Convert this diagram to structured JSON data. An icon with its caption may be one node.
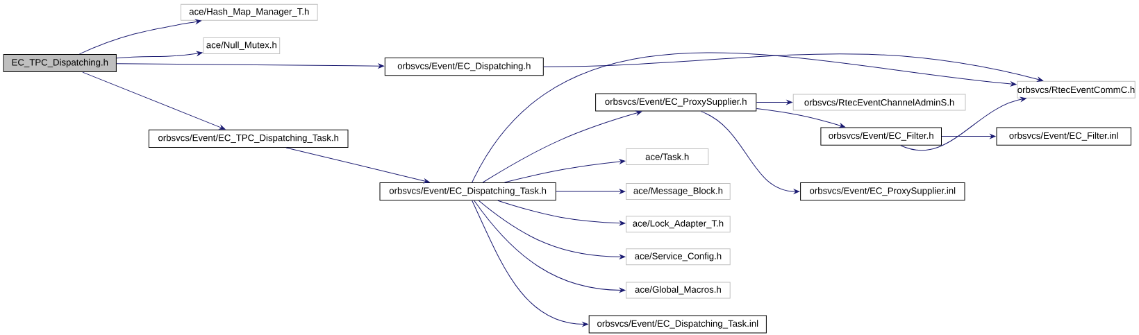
{
  "diagram": {
    "nodes": [
      {
        "text": [
          "EC_TPC_Dispatching.h"
        ]
      },
      {
        "text": [
          "ace/Hash_Map_Manager_T.h"
        ]
      },
      {
        "text": [
          "ace/Null_Mutex.h"
        ]
      },
      {
        "text": [
          "orbsvcs/Event/EC_Dispatching.h"
        ]
      },
      {
        "text": [
          "orbsvcs/RtecEventCommC.h"
        ]
      },
      {
        "text": [
          "orbsvcs/Event/EC_TPC_Dispatching_Task.h"
        ]
      },
      {
        "text": [
          "orbsvcs/Event/EC_Dispatching_Task.h"
        ]
      },
      {
        "text": [
          "orbsvcs/Event/EC_ProxySupplier.h"
        ]
      },
      {
        "text": [
          "orbsvcs/RtecEventChannelAdminS.h"
        ]
      },
      {
        "text": [
          "orbsvcs/Event/EC_Filter.h"
        ]
      },
      {
        "text": [
          "orbsvcs/Event/EC_Filter.inl"
        ]
      },
      {
        "text": [
          "orbsvcs/Event/EC_ProxySupplier.inl"
        ]
      },
      {
        "text": [
          "ace/Task.h"
        ]
      },
      {
        "text": [
          "ace/Message_Block.h"
        ]
      },
      {
        "text": [
          "ace/Lock_Adapter_T.h"
        ]
      },
      {
        "text": [
          "ace/Service_Config.h"
        ]
      },
      {
        "text": [
          "ace/Global_Macros.h"
        ]
      },
      {
        "text": [
          "orbsvcs/Event/EC_Dispatching_Task.inl"
        ]
      }
    ],
    "edges": [
      {
        "from": 0,
        "to": 1,
        "arrow": "to"
      },
      {
        "from": 0,
        "to": 2,
        "arrow": "to"
      },
      {
        "from": 0,
        "to": 3,
        "arrow": "to"
      },
      {
        "from": 0,
        "to": 5,
        "arrow": "to"
      },
      {
        "from": 3,
        "to": 4,
        "arrow": "to"
      },
      {
        "from": 5,
        "to": 6,
        "arrow": "to"
      },
      {
        "from": 6,
        "to": 4,
        "arrow": "to"
      },
      {
        "from": 6,
        "to": 7,
        "arrow": "to"
      },
      {
        "from": 6,
        "to": 12,
        "arrow": "to"
      },
      {
        "from": 6,
        "to": 13,
        "arrow": "to"
      },
      {
        "from": 6,
        "to": 14,
        "arrow": "to"
      },
      {
        "from": 6,
        "to": 15,
        "arrow": "to"
      },
      {
        "from": 6,
        "to": 16,
        "arrow": "to"
      },
      {
        "from": 6,
        "to": 17,
        "arrow": "to"
      },
      {
        "from": 7,
        "to": 8,
        "arrow": "to"
      },
      {
        "from": 7,
        "to": 9,
        "arrow": "to"
      },
      {
        "from": 7,
        "to": 11,
        "arrow": "to"
      },
      {
        "from": 9,
        "to": 4,
        "arrow": "to"
      },
      {
        "from": 9,
        "to": 10,
        "arrow": "to"
      }
    ]
  }
}
